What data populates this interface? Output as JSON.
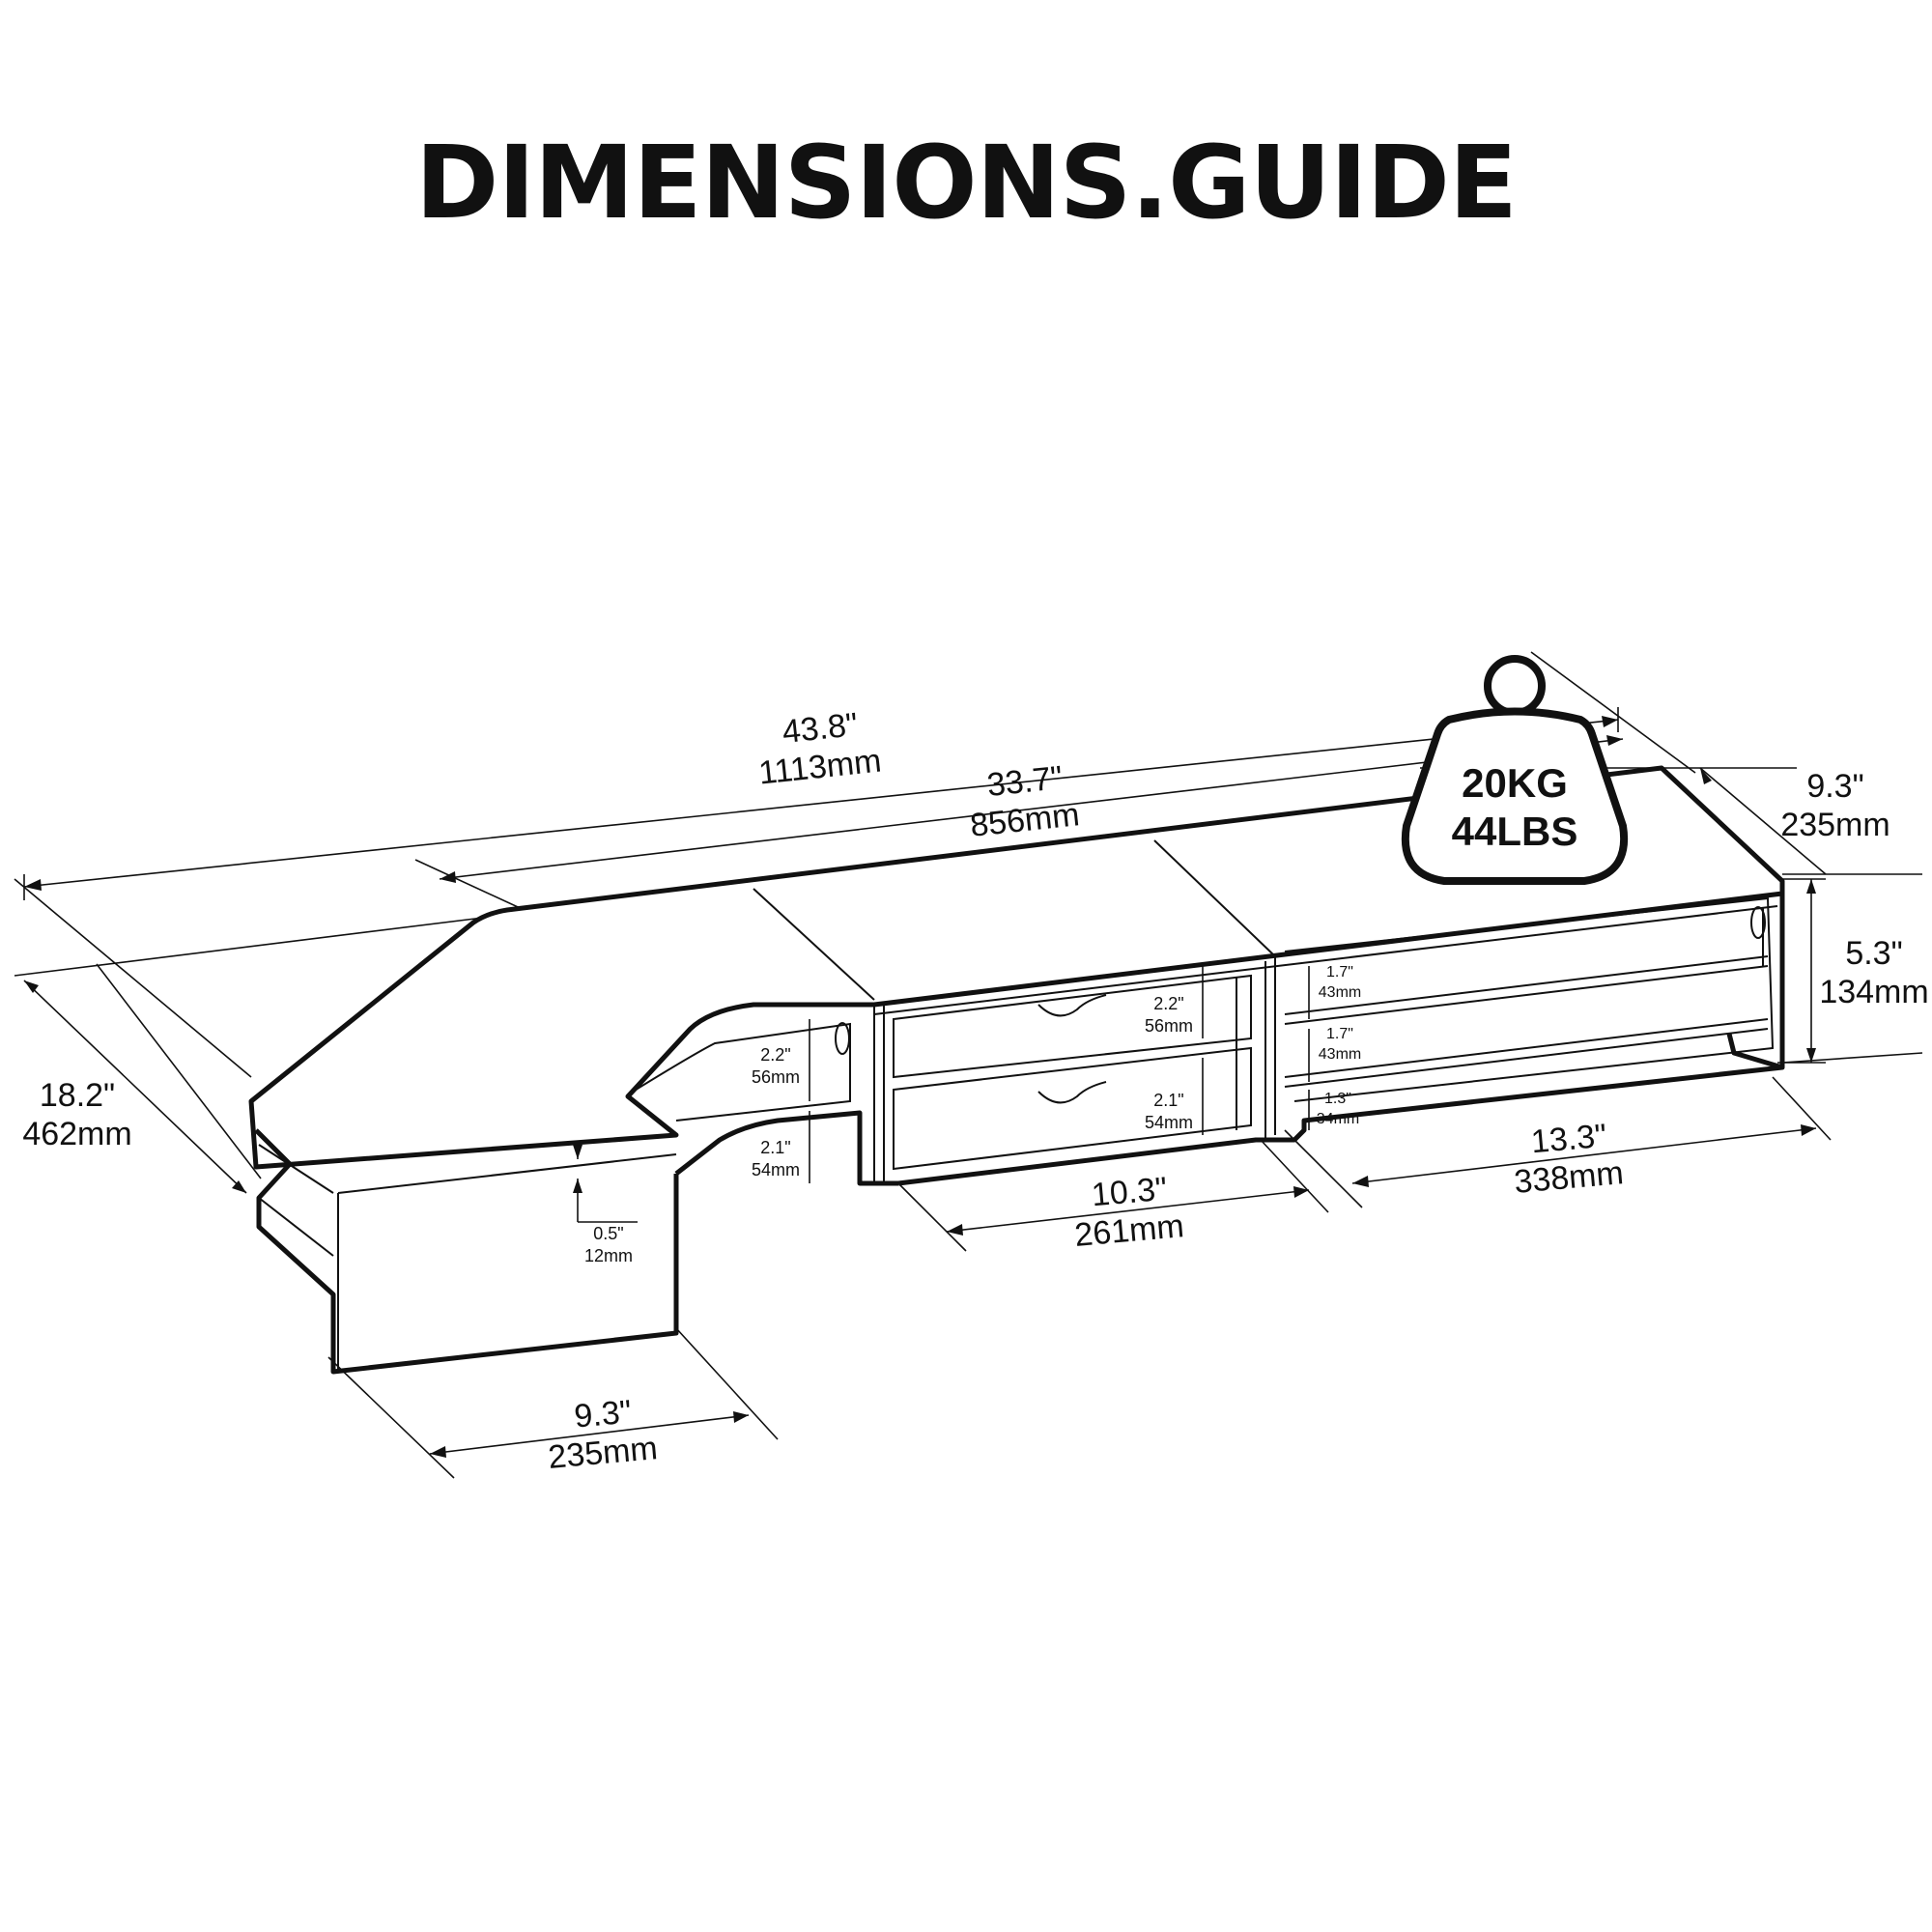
{
  "title": "DIMENSIONS.GUIDE",
  "load_badge": {
    "kg": "20KG",
    "lbs": "44LBS"
  },
  "dimensions": {
    "overall_width": {
      "in": "43.8\"",
      "mm": "1113mm"
    },
    "main_width": {
      "in": "33.7\"",
      "mm": "856mm"
    },
    "depth_right": {
      "in": "9.3\"",
      "mm": "235mm"
    },
    "height": {
      "in": "5.3\"",
      "mm": "134mm"
    },
    "side_length": {
      "in": "18.2\"",
      "mm": "462mm"
    },
    "side_depth": {
      "in": "9.3\"",
      "mm": "235mm"
    },
    "drawer_width": {
      "in": "10.3\"",
      "mm": "261mm"
    },
    "shelf_width": {
      "in": "13.3\"",
      "mm": "338mm"
    },
    "top_thickness": {
      "in": "0.5\"",
      "mm": "12mm"
    },
    "left_upper_gap": {
      "in": "2.2\"",
      "mm": "56mm"
    },
    "left_lower_gap": {
      "in": "2.1\"",
      "mm": "54mm"
    },
    "drawer_upper": {
      "in": "2.2\"",
      "mm": "56mm"
    },
    "drawer_lower": {
      "in": "2.1\"",
      "mm": "54mm"
    },
    "shelf_upper": {
      "in": "1.7\"",
      "mm": "43mm"
    },
    "shelf_middle": {
      "in": "1.7\"",
      "mm": "43mm"
    },
    "shelf_lower": {
      "in": "1.3\"",
      "mm": "34mm"
    }
  }
}
